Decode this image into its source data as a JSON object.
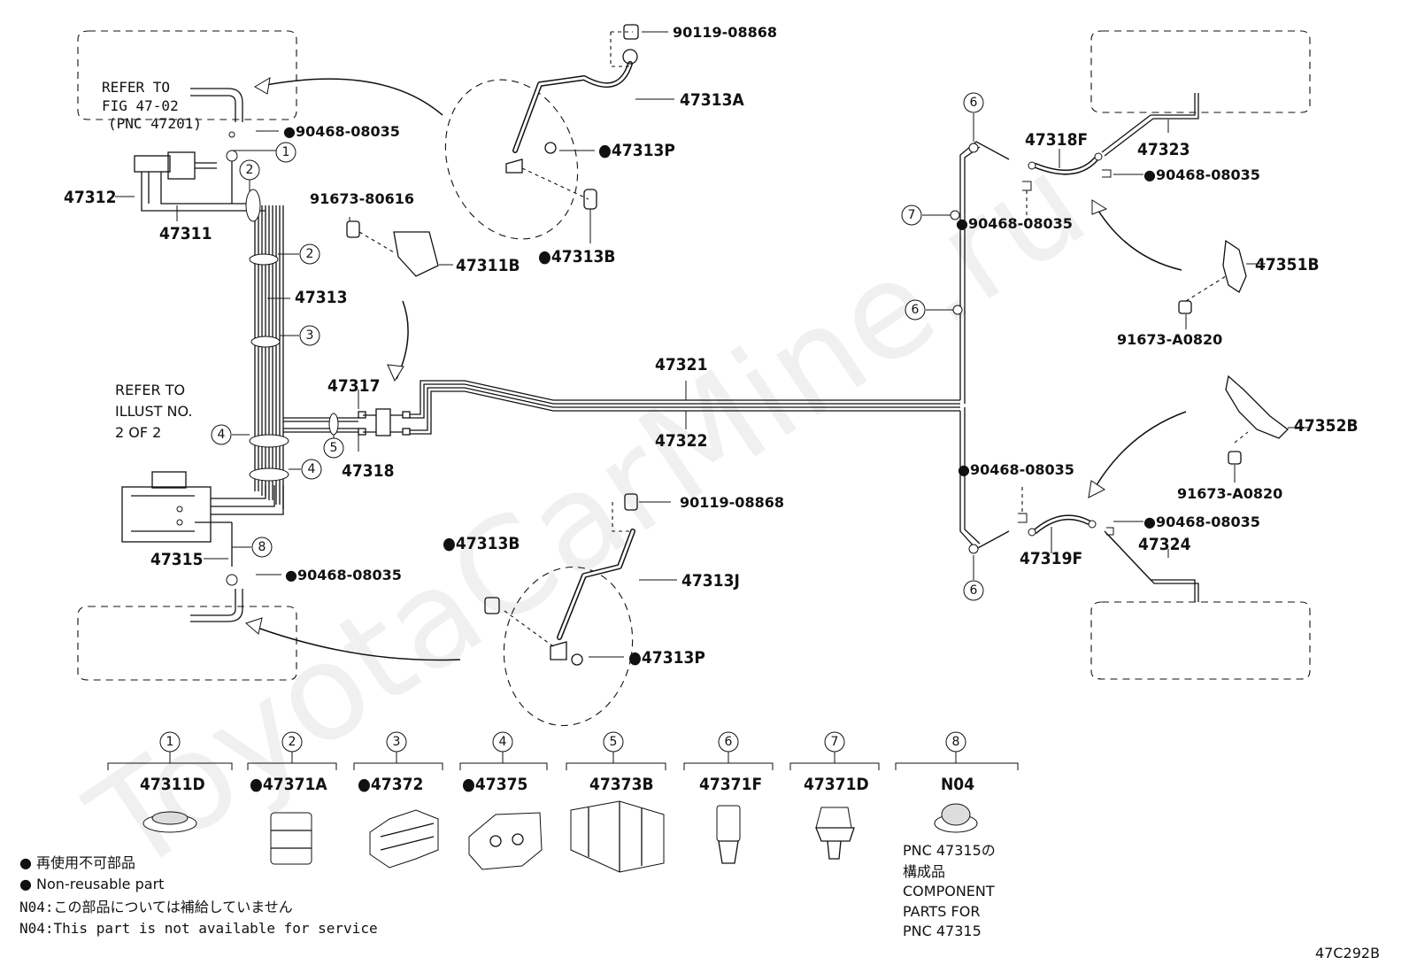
{
  "diagram_code": "47C292B",
  "watermark": "ToyotaCarMine.ru",
  "refer_notes": {
    "top_left": [
      "REFER TO",
      "FIG 47-02",
      "(PNC 47201)"
    ],
    "mid_left": [
      "REFER TO",
      "ILLUST NO.",
      "2 OF 2"
    ]
  },
  "part_labels": {
    "p90119_top": "90119-08868",
    "p47313A": "47313A",
    "p47313P_top": "●47313P",
    "p47313B_top": "●47313B",
    "p90468_top_left": "●90468-08035",
    "p47312": "47312",
    "p47311": "47311",
    "p91673_80616": "91673-80616",
    "p47311B": "47311B",
    "p47313": "47313",
    "p47317": "47317",
    "p47318": "47318",
    "p47321": "47321",
    "p47322": "47322",
    "p47315": "47315",
    "p90468_bottom_left": "●90468-08035",
    "p90119_bottom": "90119-08868",
    "p47313B_bottom": "●47313B",
    "p47313J": "47313J",
    "p47313P_bottom": "●47313P",
    "p47318F": "47318F",
    "p47323": "47323",
    "p90468_right_top": "●90468-08035",
    "p90468_right_mid": "●90468-08035",
    "p47351B": "47351B",
    "p91673_A0820_top": "91673-A0820",
    "p47352B": "47352B",
    "p91673_A0820_bottom": "91673-A0820",
    "p90468_right_lower": "●90468-08035",
    "p90468_right_bottom": "●90468-08035",
    "p47324": "47324",
    "p47319F": "47319F"
  },
  "callouts": [
    "1",
    "2",
    "3",
    "4",
    "5",
    "6",
    "7",
    "8"
  ],
  "legend_parts": [
    {
      "num": "1",
      "part": "47311D"
    },
    {
      "num": "2",
      "part": "●47371A"
    },
    {
      "num": "3",
      "part": "●47372"
    },
    {
      "num": "4",
      "part": "●47375"
    },
    {
      "num": "5",
      "part": "47373B"
    },
    {
      "num": "6",
      "part": "47371F"
    },
    {
      "num": "7",
      "part": "47371D"
    },
    {
      "num": "8",
      "part": "N04"
    }
  ],
  "component_note": [
    "PNC 47315の",
    "構成品",
    "COMPONENT",
    "PARTS FOR",
    "PNC 47315"
  ],
  "footnotes": {
    "non_reusable_jp": "● 再使用不可部品",
    "non_reusable_en": "● Non-reusable part",
    "n04_jp": "N04:この部品については補給していません",
    "n04_en": "N04:This part is not available for service"
  }
}
